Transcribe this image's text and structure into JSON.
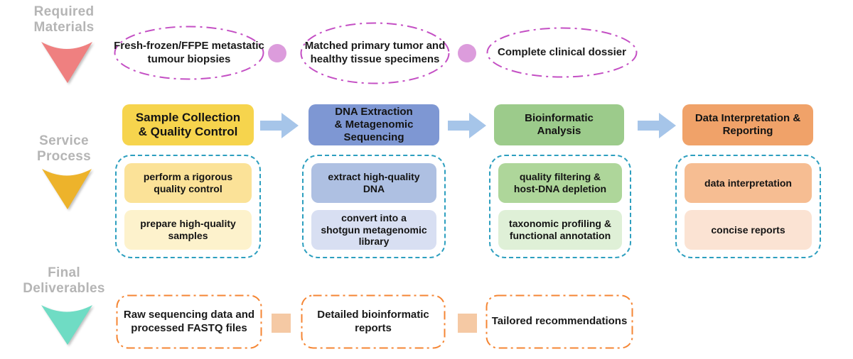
{
  "sections": {
    "required_materials": {
      "label": "Required\nMaterials",
      "items": [
        "Fresh-frozen/FFPE\nmetastatic tumour\nbiopsies",
        "Matched primary tumor\nand healthy tissue\nspecimens",
        "Complete clinical dossier"
      ]
    },
    "service_process": {
      "label": "Service\nProcess",
      "steps": [
        {
          "title": "Sample Collection\n& Quality Control",
          "substeps": [
            "perform a rigorous\nquality control",
            "prepare high-quality\nsamples"
          ]
        },
        {
          "title": "DNA Extraction\n& Metagenomic\nSequencing",
          "substeps": [
            "extract high-quality\nDNA",
            "convert into a\nshotgun metagenomic\nlibrary"
          ]
        },
        {
          "title": "Bioinformatic\nAnalysis",
          "substeps": [
            "quality filtering &\nhost-DNA depletion",
            "taxonomic profiling &\nfunctional annotation"
          ]
        },
        {
          "title": "Data Interpretation &\nReporting",
          "substeps": [
            "data interpretation",
            "concise reports"
          ]
        }
      ]
    },
    "final_deliverables": {
      "label": "Final\nDeliverables",
      "items": [
        "Raw sequencing data and\nprocessed FASTQ files",
        "Detailed bioinformatic\nreports",
        "Tailored recommendations"
      ]
    }
  },
  "colors": {
    "label_gray": "#B5B5B5",
    "triangle_red": "#EF8080",
    "triangle_gold": "#EDB32B",
    "triangle_teal": "#6FDCC4",
    "ellipse_border_magenta": "#C44FC4",
    "dot_pink": "#DC9CDC",
    "step_yellow": "#F6D44D",
    "step_blue": "#7E97D3",
    "step_green": "#9CCB8B",
    "step_orange": "#F0A269",
    "sub_yellow_dark": "#FBE298",
    "sub_yellow_light": "#FDF2CC",
    "sub_blue_dark": "#AEC0E2",
    "sub_blue_light": "#D8DFF2",
    "sub_green_dark": "#AED69A",
    "sub_green_light": "#DFF0D7",
    "sub_orange_dark": "#F6BD92",
    "sub_orange_light": "#FBE3D3",
    "arrow_blue": "#A6C5E9",
    "dashed_container_border": "#2D9FBF",
    "deliverable_border_orange": "#F58634",
    "square_peach": "#F5C9A4"
  }
}
